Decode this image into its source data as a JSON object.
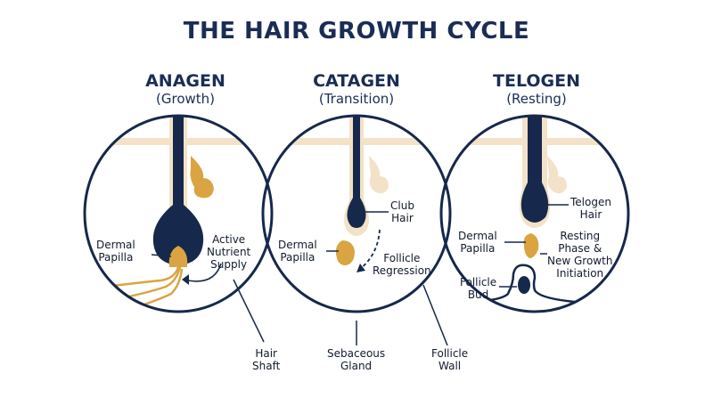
{
  "title": "THE HAIR GROWTH CYCLE",
  "stages": [
    {
      "name": "ANAGEN",
      "subtitle": "(Growth)"
    },
    {
      "name": "CATAGEN",
      "subtitle": "(Transition)"
    },
    {
      "name": "TELOGEN",
      "subtitle": "(Resting)"
    }
  ],
  "labels": {
    "anagen_dermal_papilla": [
      "Dermal",
      "Papilla"
    ],
    "anagen_active_nutrient": [
      "Active",
      "Nutrient",
      "Supply"
    ],
    "catagen_club_hair": [
      "Club",
      "Hair"
    ],
    "catagen_dermal_papilla": [
      "Dermal",
      "Papilla"
    ],
    "catagen_follicle_regression": [
      "Follicle",
      "Regression"
    ],
    "telogen_hair": [
      "Telogen",
      "Hair"
    ],
    "telogen_dermal_papilla": [
      "Dermal",
      "Papilla"
    ],
    "telogen_resting_phase": [
      "Resting",
      "Phase &",
      "New Growth",
      "Initiation"
    ],
    "telogen_follicle_bud": [
      "Follicle",
      "Bud"
    ],
    "hair_shaft": [
      "Hair",
      "Shaft"
    ],
    "sebaceous_gland": [
      "Sebaceous",
      "Gland"
    ],
    "follicle_wall": [
      "Follicle",
      "Wall"
    ]
  },
  "colors": {
    "navy": "#16284b",
    "gold": "#d9a441",
    "skin": "#f3e2c8",
    "white": "#ffffff"
  }
}
